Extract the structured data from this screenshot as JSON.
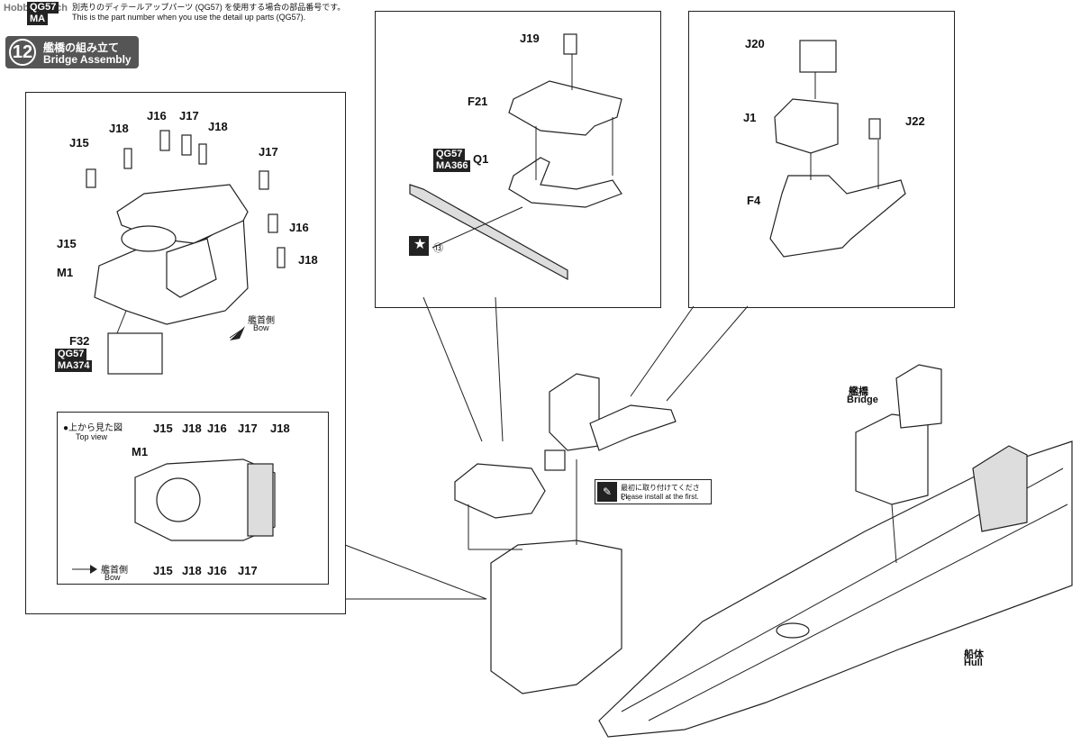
{
  "header": {
    "logo": "HobbySearch",
    "qg_badge": "QG57",
    "ma_badge": "MA",
    "note_jp": "別売りのディテールアップパーツ (QG57) を使用する場合の部品番号です。",
    "note_en": "This is the part number when you use the detail up parts (QG57)."
  },
  "step": {
    "number": "12",
    "title_jp": "艦橋の組み立て",
    "title_en": "Bridge Assembly"
  },
  "left_panel": {
    "labels": [
      "J15",
      "J18",
      "J16",
      "J17",
      "J18",
      "J17",
      "J15",
      "J16",
      "J18",
      "M1",
      "F32"
    ],
    "f32_codes": [
      "QG57",
      "MA374"
    ],
    "bow_jp": "艦首側",
    "bow_en": "Bow"
  },
  "top_view": {
    "title_jp": "●上から見た図",
    "title_en": "Top view",
    "top_labels": [
      "J15",
      "J18",
      "J16",
      "J17",
      "J18"
    ],
    "bottom_labels": [
      "J15",
      "J18",
      "J16",
      "J17"
    ],
    "m1": "M1",
    "bow_jp": "艦首側",
    "bow_en": "Bow"
  },
  "center_panel": {
    "labels": [
      "J19",
      "F21",
      "Q1"
    ],
    "q1_codes": [
      "QG57",
      "MA366"
    ],
    "star_ref": "⑬"
  },
  "right_panel": {
    "labels": [
      "J20",
      "J1",
      "J22",
      "F4"
    ]
  },
  "install_note": {
    "jp": "最初に取り付けてください。",
    "en": "Please install at the first."
  },
  "ship": {
    "bridge_jp": "艦橋",
    "bridge_en": "Bridge",
    "hull_jp": "船体",
    "hull_en": "Hull"
  }
}
